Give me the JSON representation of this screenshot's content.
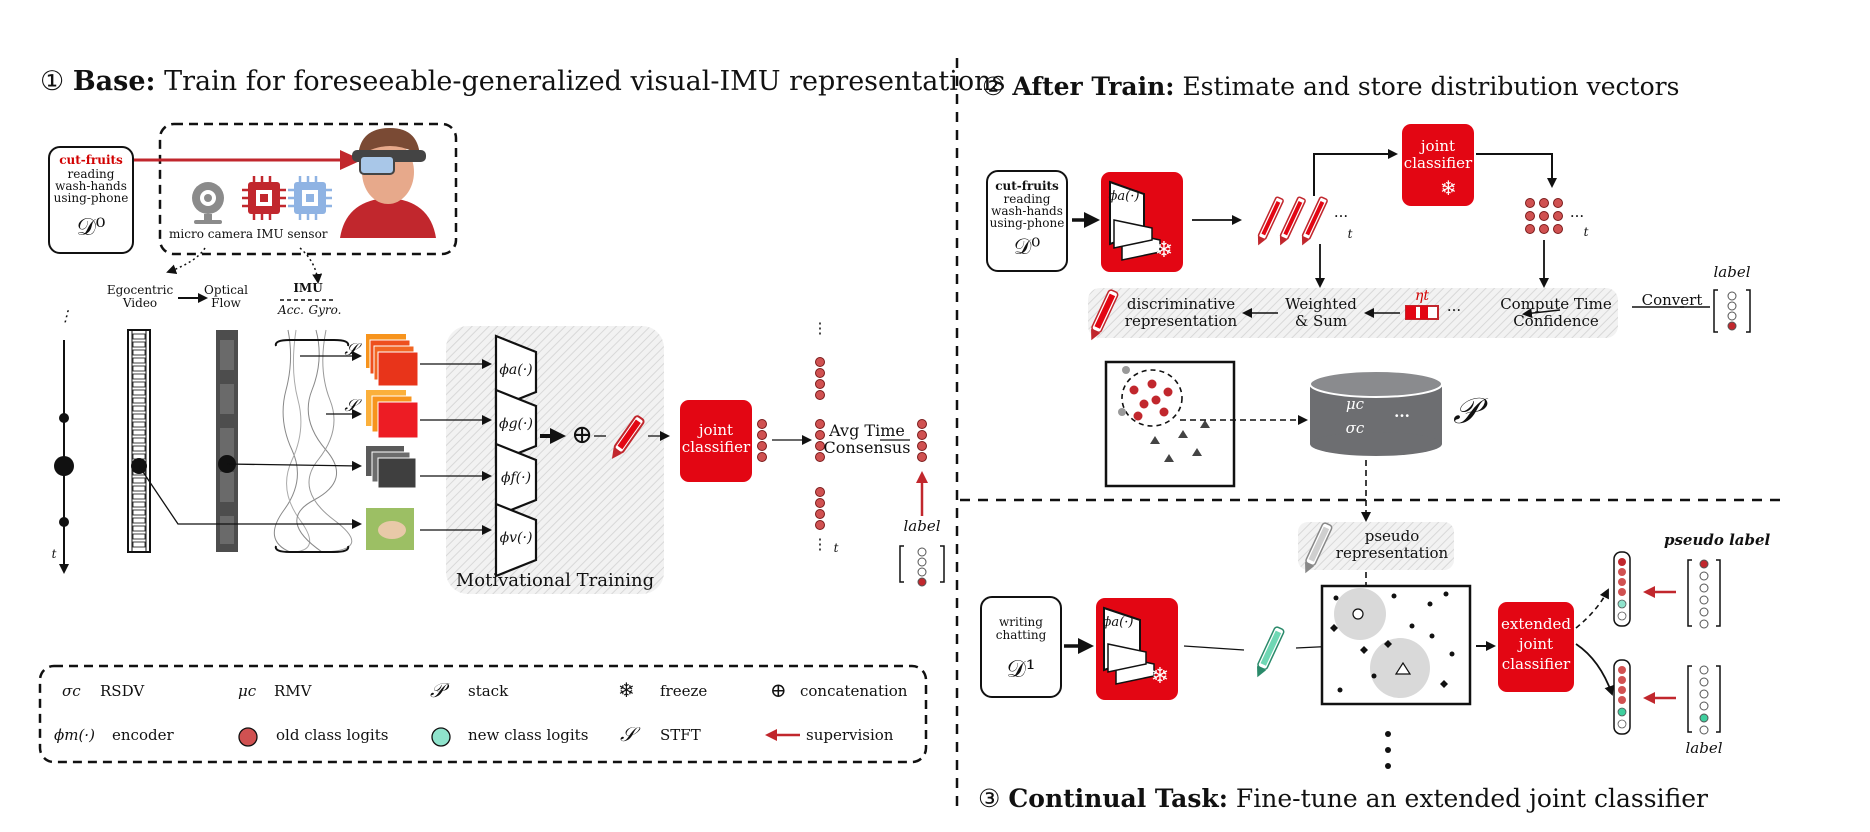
{
  "panel1": {
    "num": "①",
    "title_bold": "Base:",
    "title_rest": "Train for foreseeable-generalized visual-IMU representations",
    "dataset": {
      "first": "cut-fruits",
      "others": [
        "reading",
        "wash-hands",
        "using-phone"
      ],
      "symbol": "𝒟⁰"
    },
    "sensors": {
      "camera": "micro camera",
      "imu": "IMU sensor"
    },
    "streams": {
      "video": "Egocentric\nVideo",
      "flow": "Optical\nFlow",
      "imu": "IMU",
      "acc": "Acc.",
      "gyro": "Gyro."
    },
    "time": "t",
    "stft_symbol": "𝒮",
    "encoders": [
      "ϕa(·)",
      "ϕg(·)",
      "ϕf(·)",
      "ϕv(·)"
    ],
    "concat": "⊕",
    "training": "Motivational Training",
    "classifier": "joint\nclassifier",
    "consensus": "Avg Time\nConsensus",
    "label": "label",
    "dots": "⋮"
  },
  "panel2": {
    "num": "②",
    "title_bold": "After Train:",
    "title_rest": "Estimate and store distribution vectors",
    "dataset": {
      "first": "cut-fruits",
      "others": [
        "reading",
        "wash-hands",
        "using-phone"
      ],
      "symbol": "𝒟⁰"
    },
    "encoder": "ϕa(·)",
    "classifier": "joint\nclassifier",
    "ellipsis": "···",
    "t": "t",
    "weighted": "Weighted\n& Sum",
    "eta": "ηt",
    "confidence": "Compute Time\nConfidence",
    "convert": "Convert",
    "label": "label",
    "disc": "discriminative\nrepresentation",
    "mu": "μc",
    "sigma": "σc",
    "stack_dots": "···",
    "stack_symbol": "𝒫"
  },
  "panel3": {
    "num": "③",
    "title_bold": "Continual Task:",
    "title_rest": "Fine-tune an extended joint classifier",
    "dataset": {
      "items": [
        "writing",
        "chatting"
      ],
      "symbol": "𝒟¹"
    },
    "encoder": "ϕa(·)",
    "pseudo_rep": "pseudo\nrepresentation",
    "classifier": "extended\njoint\nclassifier",
    "pseudo_label": "pseudo label",
    "label": "label",
    "dots": "⋮"
  },
  "legend": [
    {
      "sym": "σc",
      "text": "RSDV"
    },
    {
      "sym": "μc",
      "text": "RMV"
    },
    {
      "sym": "𝒫",
      "text": "stack"
    },
    {
      "sym": "❄",
      "text": "freeze"
    },
    {
      "sym": "⊕",
      "text": "concatenation"
    },
    {
      "sym": "ϕm(·)",
      "text": "encoder"
    },
    {
      "sym": "",
      "text": "old class logits"
    },
    {
      "sym": "",
      "text": "new class logits"
    },
    {
      "sym": "𝒮",
      "text": "STFT"
    },
    {
      "sym": "",
      "text": "supervision"
    }
  ],
  "colors": {
    "red": "#e30613",
    "dark_red": "#c1272d",
    "old_logit": "#d05151",
    "new_logit": "#8fe3cc",
    "grey": "#6d6e71"
  }
}
